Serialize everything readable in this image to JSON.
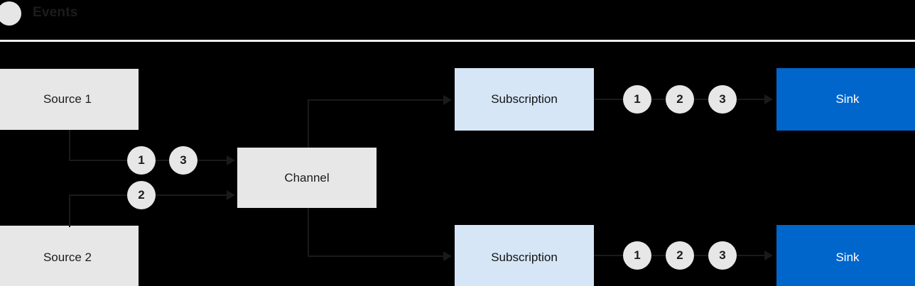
{
  "legend": {
    "dot_icon": "event-dot-icon",
    "label": "Events",
    "dot_color": "#e6e6e6"
  },
  "colors": {
    "background": "#000000",
    "source_box": "#e7e7e7",
    "subscription_box": "#d6e6f7",
    "sink_box": "#0066cc",
    "sink_text": "#ffffff",
    "edge": "#1a1a1a",
    "divider": "#eceded"
  },
  "nodes": {
    "source1": {
      "label": "Source 1"
    },
    "source2": {
      "label": "Source 2"
    },
    "channel": {
      "label": "Channel"
    },
    "subscription_top": {
      "label": "Subscription"
    },
    "subscription_bottom": {
      "label": "Subscription"
    },
    "sink_top": {
      "label": "Sink"
    },
    "sink_bottom": {
      "label": "Sink"
    }
  },
  "events": {
    "source1_stream": [
      "1",
      "3"
    ],
    "source2_stream": [
      "2"
    ],
    "sink_top_stream": [
      "1",
      "2",
      "3"
    ],
    "sink_bottom_stream": [
      "1",
      "2",
      "3"
    ]
  }
}
